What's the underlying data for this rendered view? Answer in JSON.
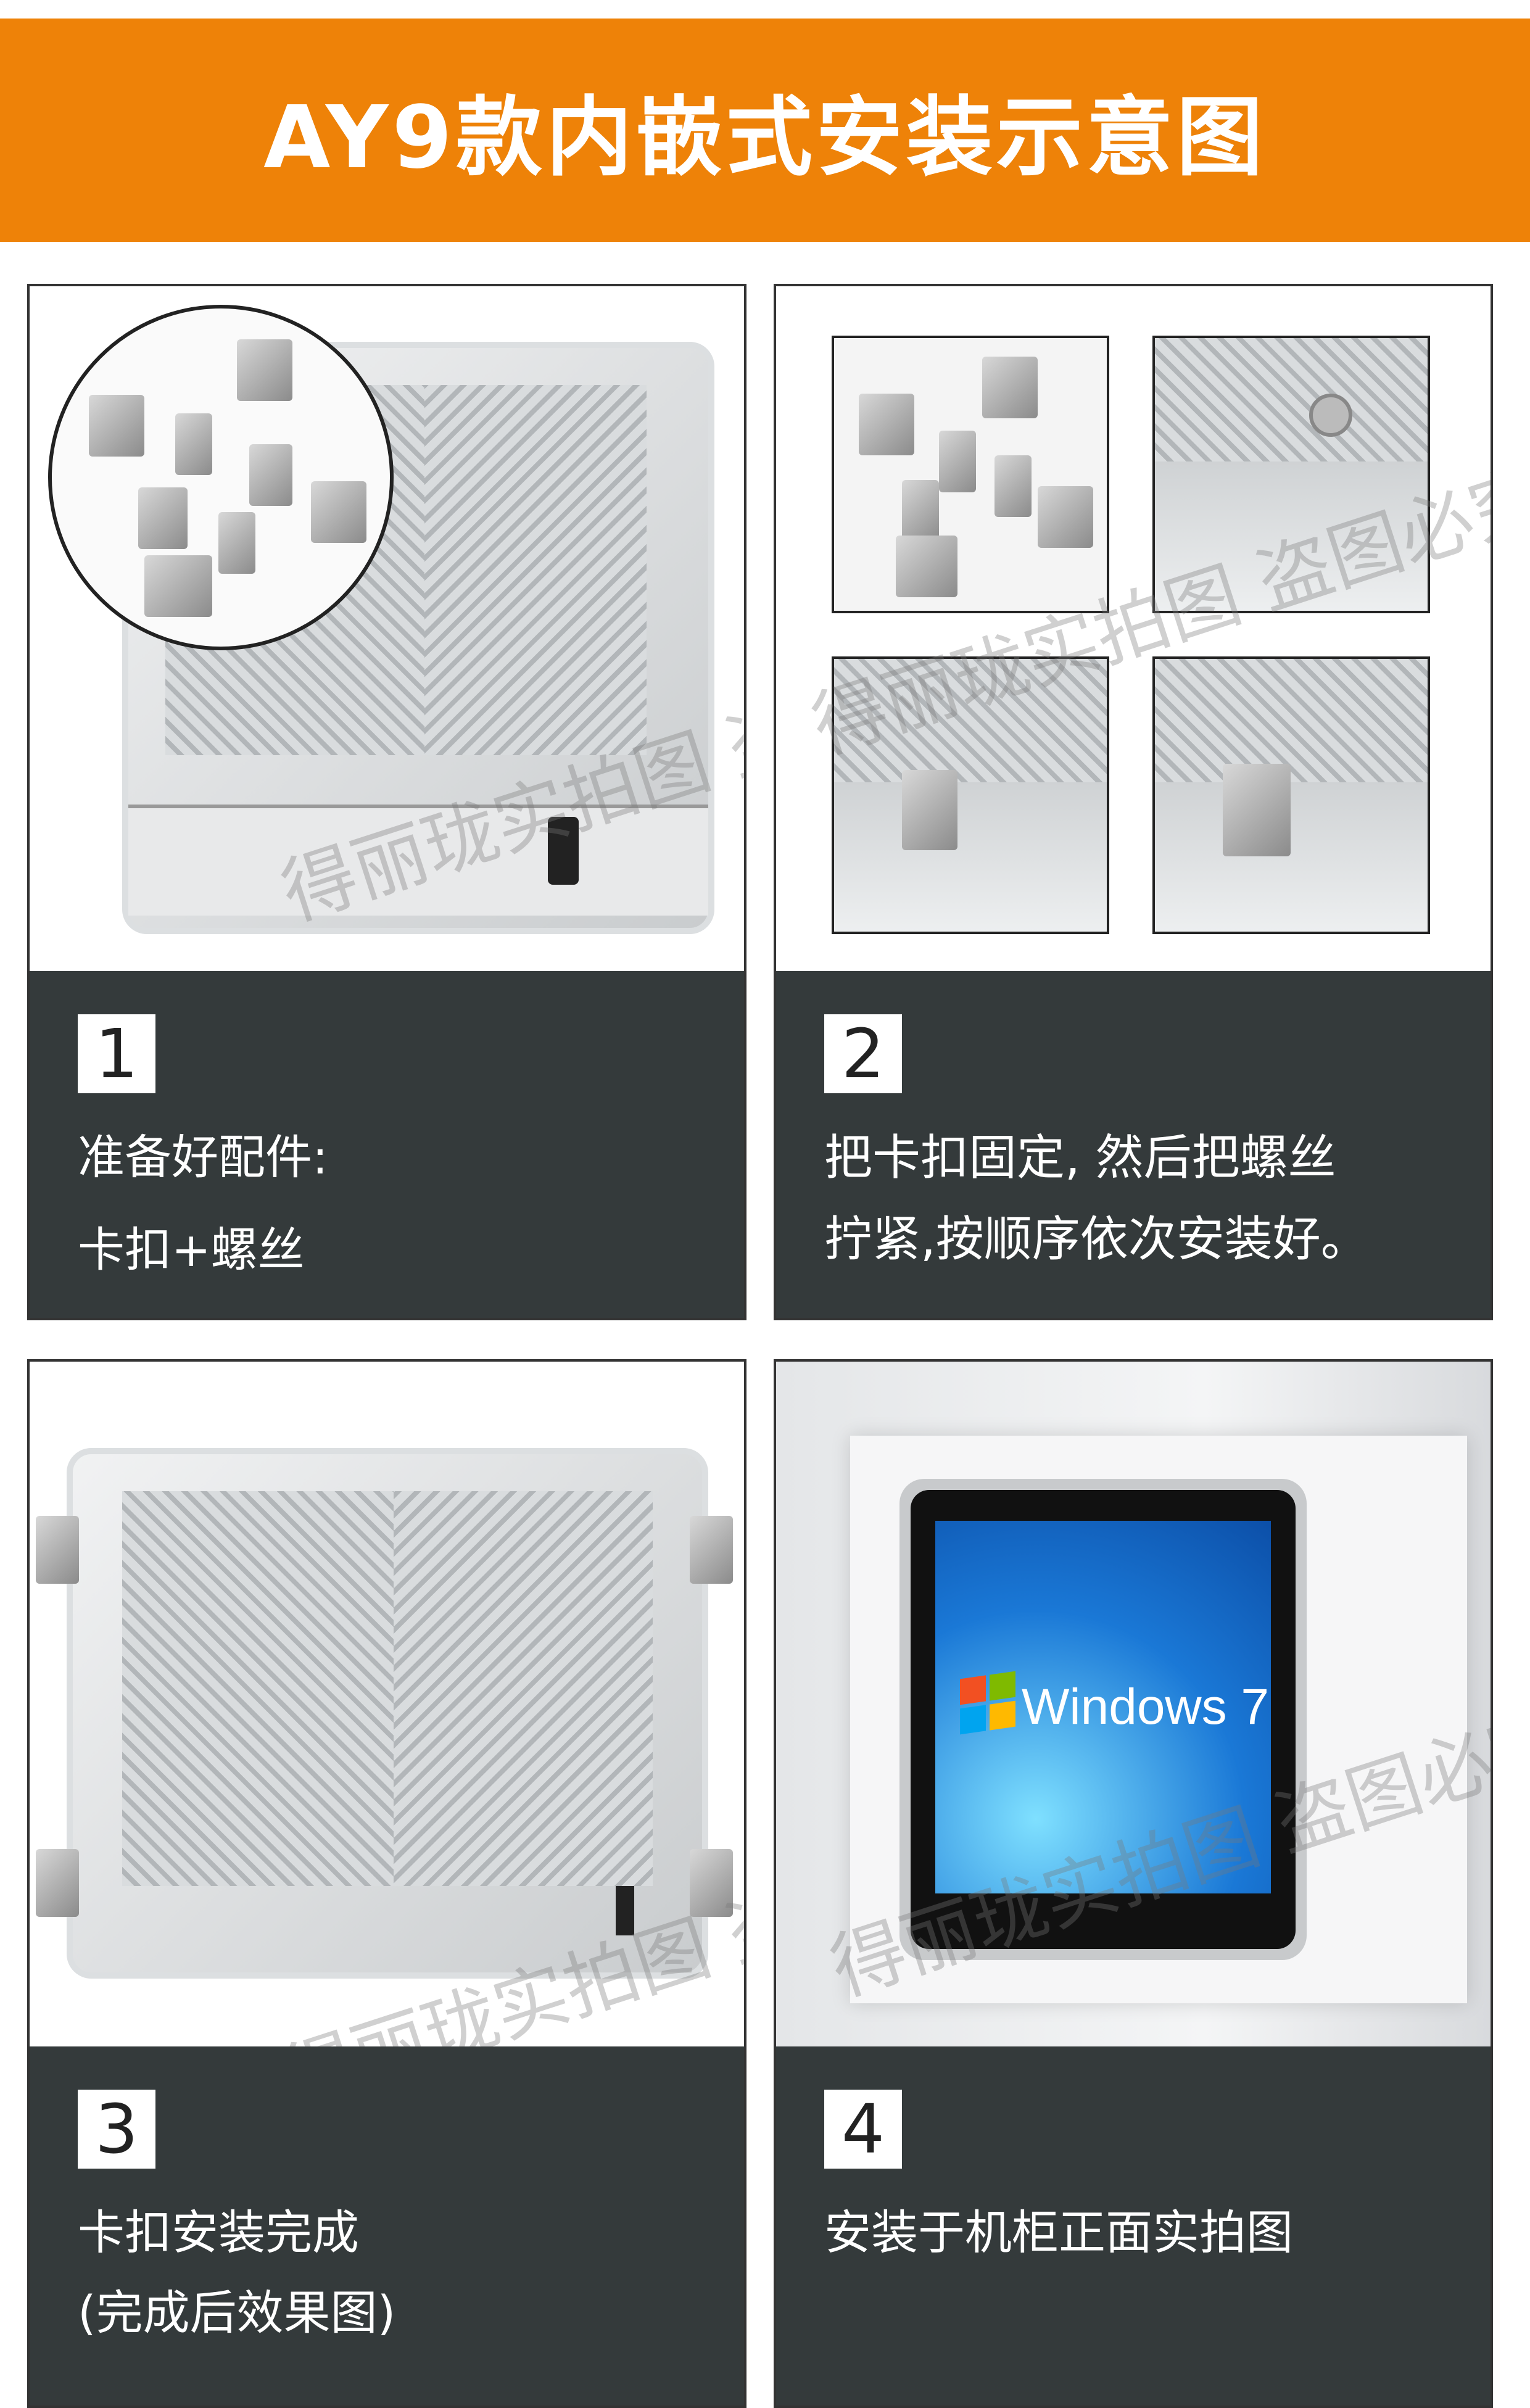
{
  "header": {
    "title": "AY9款内嵌式安装示意图"
  },
  "watermark": {
    "text": "得丽珑实拍图 盗图必究"
  },
  "steps": [
    {
      "number": "1",
      "lines": [
        "准备好配件:",
        "卡扣+螺丝"
      ]
    },
    {
      "number": "2",
      "lines": [
        "把卡扣固定, 然后把螺丝",
        "拧紧,按顺序依次安装好。"
      ]
    },
    {
      "number": "3",
      "lines": [
        "卡扣安装完成",
        "(完成后效果图)"
      ]
    },
    {
      "number": "4",
      "lines": [
        "安装于机柜正面实拍图"
      ]
    }
  ],
  "screen": {
    "os_text": "Windows 7",
    "logo_colors": [
      "#f25022",
      "#7fba00",
      "#00a4ef",
      "#ffb900"
    ]
  },
  "colors": {
    "banner": "#ee8208",
    "info_panel": "#343a3b"
  }
}
